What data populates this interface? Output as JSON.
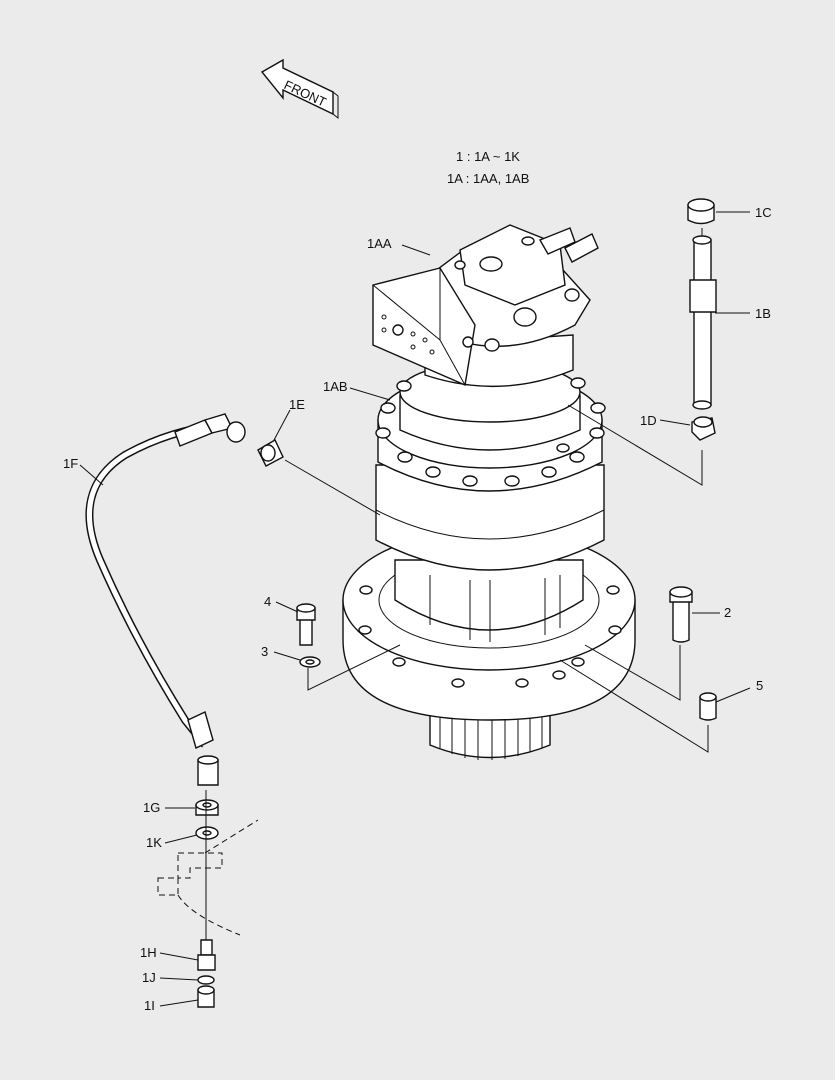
{
  "front_label": "FRONT",
  "notes": {
    "line1": "1 : 1A ~ 1K",
    "line2": "1A : 1AA, 1AB"
  },
  "labels": {
    "1AA": "1AA",
    "1AB": "1AB",
    "1B": "1B",
    "1C": "1C",
    "1D": "1D",
    "1E": "1E",
    "1F": "1F",
    "1G": "1G",
    "1H": "1H",
    "1I": "1I",
    "1J": "1J",
    "1K": "1K",
    "2": "2",
    "3": "3",
    "4": "4",
    "5": "5"
  }
}
